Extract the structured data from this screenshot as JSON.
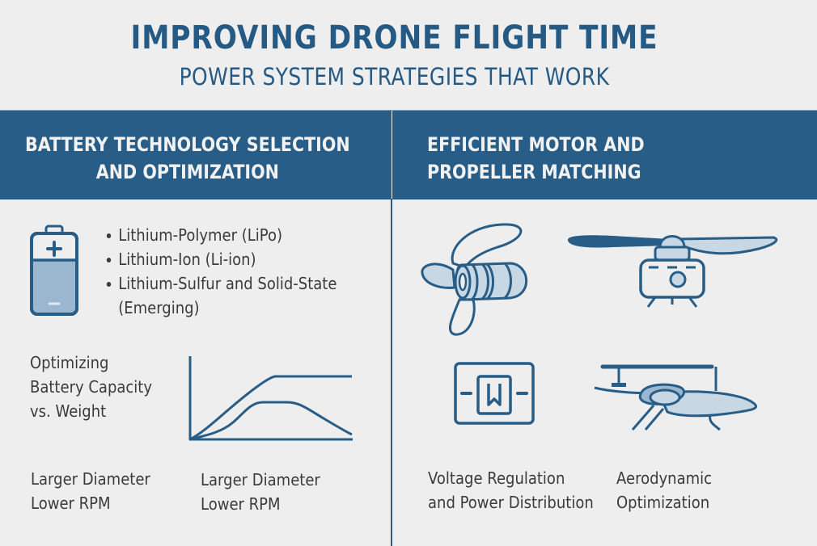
{
  "header": {
    "title": "IMPROVING DRONE FLIGHT TIME",
    "subtitle": "POWER SYSTEM STRATEGIES THAT WORK"
  },
  "colors": {
    "background": "#eeeeee",
    "primary": "#275d86",
    "icon_fill_light": "#c7d7e4",
    "icon_fill_mid": "#9ab7cf",
    "text": "#3b3b3b",
    "header_text": "#f2f2f2"
  },
  "left_section": {
    "heading_line1": "BATTERY TECHNOLOGY SELECTION",
    "heading_line2": "AND OPTIMIZATION",
    "icon": "battery-icon",
    "battery_types": [
      "Lithium-Polymer (LiPo)",
      "Lithium-Ion (Li-ion)",
      "Lithium-Sulfur and Solid-State"
    ],
    "battery_types_continuation": "(Emerging)",
    "chart_label_line1": "Optimizing",
    "chart_label_line2": "Battery Capacity",
    "chart_label_line3": "vs. Weight",
    "caption_a_line1": "Larger Diameter",
    "caption_a_line2": "Lower RPM",
    "caption_b_line1": "Larger Diameter",
    "caption_b_line2": "Lower RPM"
  },
  "right_section": {
    "heading_line1": "EFFICIENT MOTOR AND",
    "heading_line2": "PROPELLER MATCHING",
    "icons": [
      "motor-propeller-icon",
      "drone-camera-icon",
      "voltage-regulator-icon",
      "aerodynamic-drone-icon"
    ],
    "caption_a_line1": "Voltage Regulation",
    "caption_a_line2": "and Power Distribution",
    "caption_b_line1": "Aerodynamic",
    "caption_b_line2": "Optimization"
  },
  "chart_data": {
    "type": "line",
    "title": "Optimizing Battery Capacity vs. Weight",
    "xlabel": "",
    "ylabel": "",
    "grid": false,
    "legend": null,
    "x": [
      0,
      1,
      2,
      3,
      4,
      5,
      6,
      7,
      8,
      9,
      10
    ],
    "series": [
      {
        "name": "upper curve (saturating)",
        "values": [
          0,
          1.6,
          3.3,
          5.0,
          6.5,
          7.3,
          7.3,
          7.3,
          7.3,
          7.3,
          7.3
        ]
      },
      {
        "name": "lower curve (peak then decline)",
        "values": [
          0,
          0.4,
          1.3,
          3.2,
          4.5,
          4.6,
          4.3,
          3.4,
          2.3,
          1.2,
          0.2
        ]
      }
    ],
    "ylim": [
      0,
      10
    ]
  }
}
